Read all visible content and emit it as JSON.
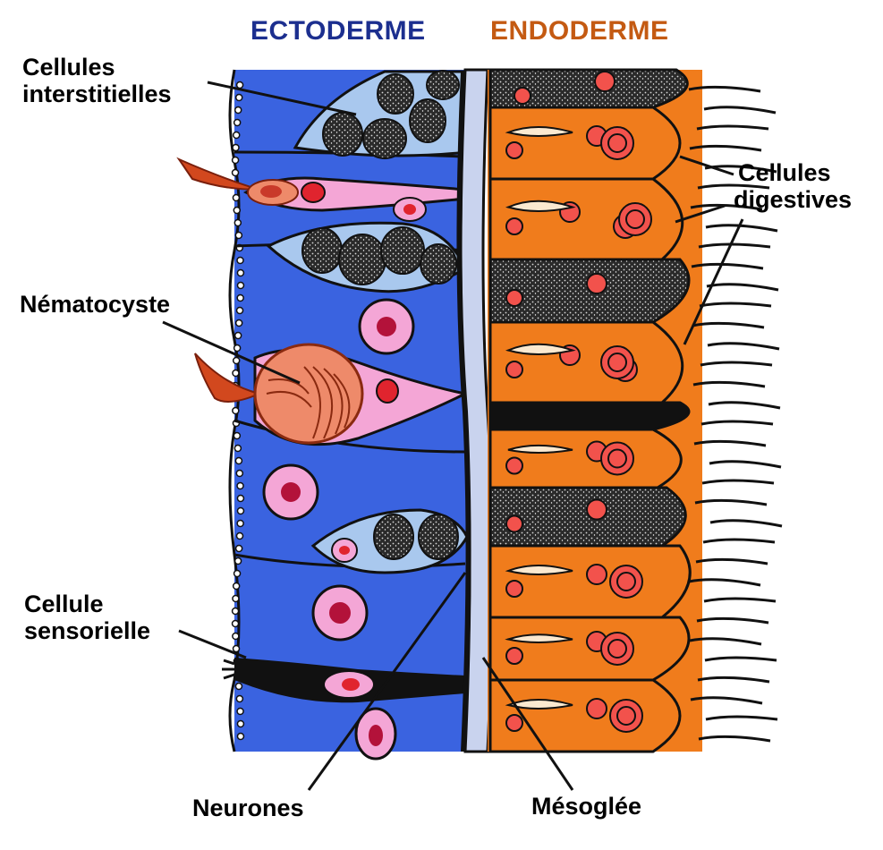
{
  "headers": {
    "ectoderme": "ECTODERME",
    "endoderme": "ENDODERME"
  },
  "labels": {
    "cellules_interstitielles": [
      "Cellules",
      "interstitielles"
    ],
    "cellules_digestives": [
      "Cellules",
      "digestives"
    ],
    "nematocyste": "Nématocyste",
    "cellule_sensorielle": [
      "Cellule",
      "sensorielle"
    ],
    "neurones": "Neurones",
    "mesoglee": "Mésoglée"
  },
  "colors": {
    "ectoderme_title": "#1c2f8f",
    "endoderme_title": "#c45a12",
    "ectoderm_fill": "#3a63e0",
    "endoderm_fill": "#f07c1c",
    "interstitial_fill": "#a9c8ee",
    "nematocyte_fill": "#f4a6d6",
    "capsule_fill": "#ee8a6a",
    "mesoglea_fill": "#c9d3ee",
    "nucleus_red": "#e0242e",
    "outline": "#111111"
  }
}
